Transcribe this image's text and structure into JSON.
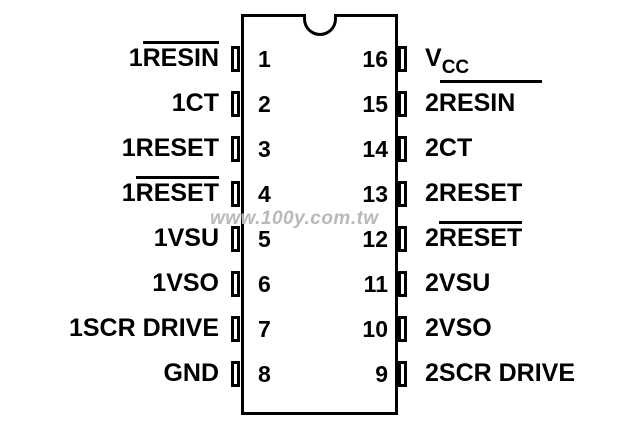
{
  "pins_left": [
    {
      "num": "1",
      "prefix": "1",
      "label": "RESIN",
      "overline": true
    },
    {
      "num": "2",
      "prefix": "",
      "label": "1CT",
      "overline": false
    },
    {
      "num": "3",
      "prefix": "",
      "label": "1RESET",
      "overline": false
    },
    {
      "num": "4",
      "prefix": "1",
      "label": "RESET",
      "overline": true
    },
    {
      "num": "5",
      "prefix": "",
      "label": "1VSU",
      "overline": false
    },
    {
      "num": "6",
      "prefix": "",
      "label": "1VSO",
      "overline": false
    },
    {
      "num": "7",
      "prefix": "",
      "label": "1SCR DRIVE",
      "overline": false
    },
    {
      "num": "8",
      "prefix": "",
      "label": "GND",
      "overline": false
    }
  ],
  "pins_right": [
    {
      "num": "16",
      "prefix": "",
      "label": "V",
      "sub": "CC",
      "overline": false
    },
    {
      "num": "15",
      "prefix": "2",
      "label": "RESIN",
      "overline": false
    },
    {
      "num": "14",
      "prefix": "",
      "label": "2CT",
      "overline": false
    },
    {
      "num": "13",
      "prefix": "",
      "label": "2RESET",
      "overline": false
    },
    {
      "num": "12",
      "prefix": "2",
      "label": "RESET",
      "overline": true
    },
    {
      "num": "11",
      "prefix": "",
      "label": "2VSU",
      "overline": false
    },
    {
      "num": "10",
      "prefix": "",
      "label": "2VSO",
      "overline": false
    },
    {
      "num": "9",
      "prefix": "",
      "label": "2SCR DRIVE",
      "overline": false
    }
  ],
  "watermark": "www.100y.com.tw"
}
